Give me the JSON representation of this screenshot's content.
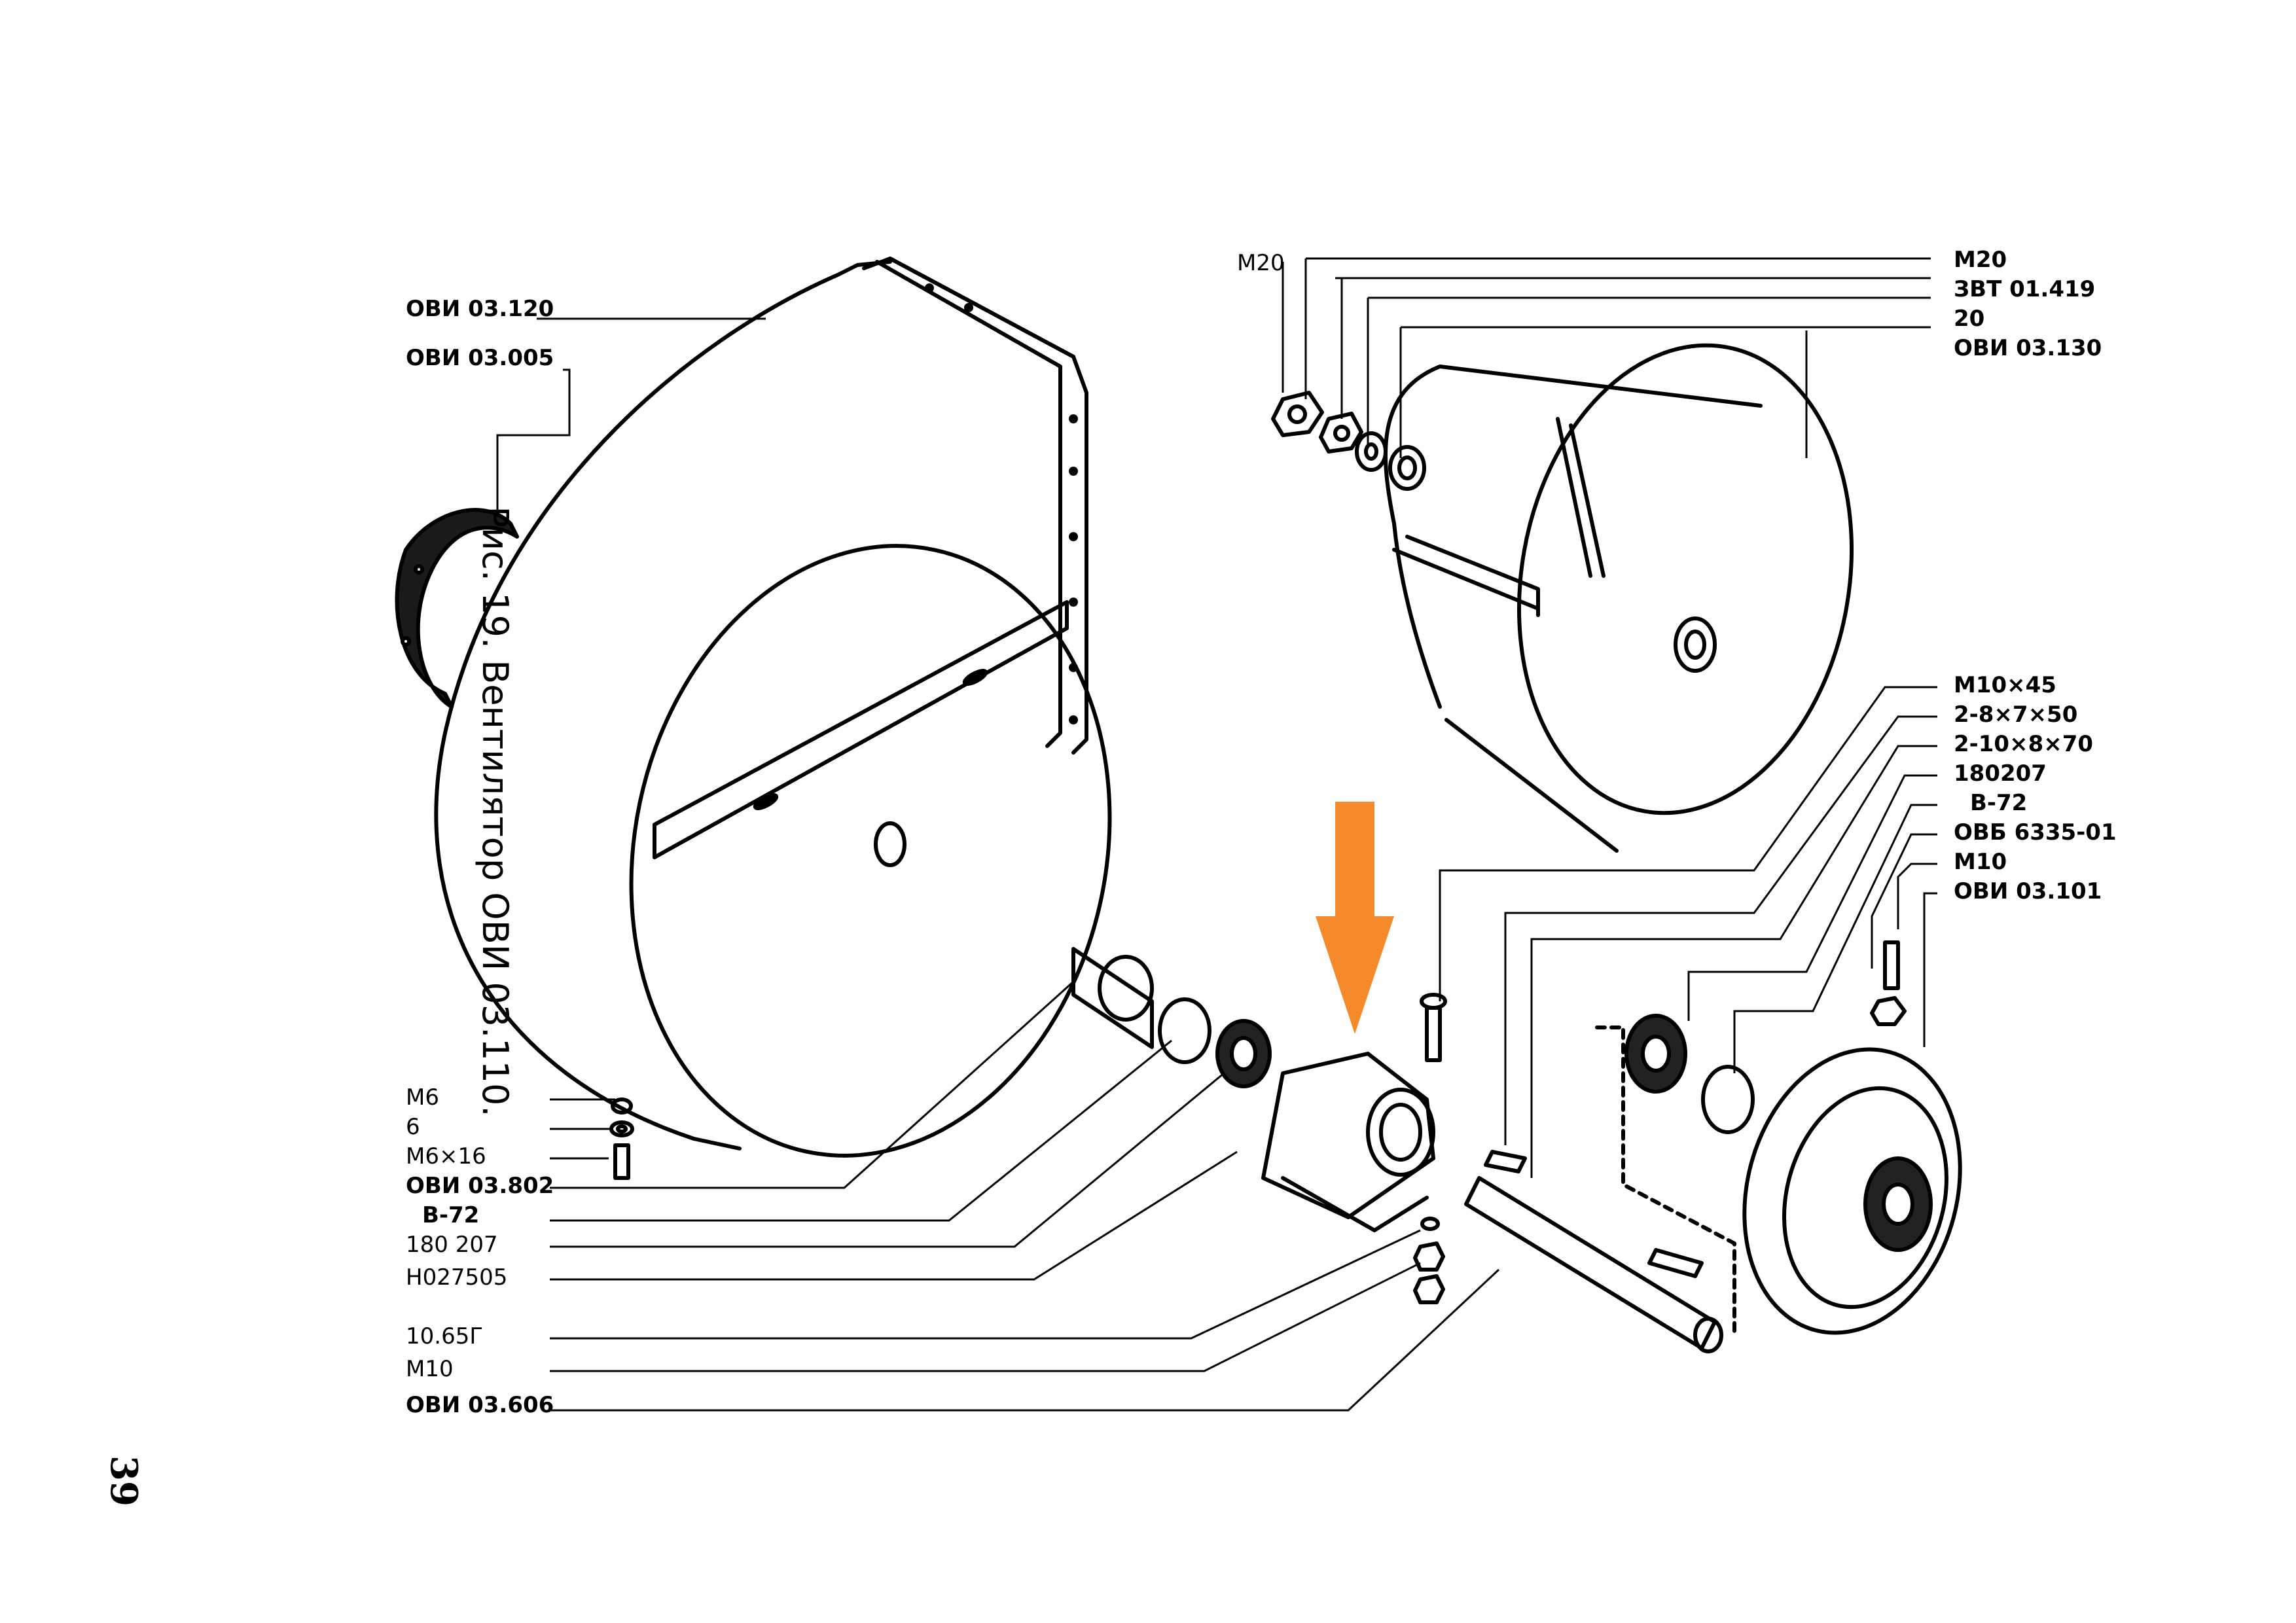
{
  "figure": {
    "caption": "Рис. 19. Вентилятор ОВИ 03.110.",
    "page_number": "39"
  },
  "callouts_top_right": [
    "M20",
    "ЗВТ 01.419",
    "20",
    "ОВИ 03.130"
  ],
  "callout_top_center": "M20",
  "callouts_left_top": [
    "ОВИ 03.120",
    "ОВИ 03.005"
  ],
  "callouts_right_middle": [
    "M10×45",
    "2-8×7×50",
    "2-10×8×70",
    "180207",
    "B-72",
    "ОВБ 6335-01",
    "M10",
    "ОВИ 03.101"
  ],
  "callouts_left_bottom": [
    "M6",
    "6",
    "M6×16",
    "ОВИ 03.802",
    "B-72",
    "180 207",
    "H027505"
  ],
  "callouts_bottom": [
    "10.65Г",
    "M10",
    "ОВИ 03.606"
  ],
  "highlight_arrow": {
    "color": "#F58A2C"
  }
}
